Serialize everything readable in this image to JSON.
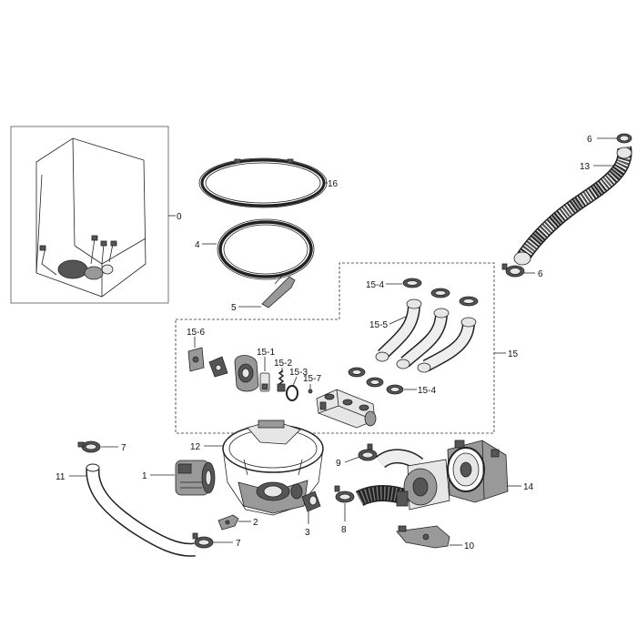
{
  "labels": {
    "l0": "0",
    "l1": "1",
    "l2": "2",
    "l3": "3",
    "l4": "4",
    "l5": "5",
    "l6a": "6",
    "l6b": "6",
    "l7a": "7",
    "l7b": "7",
    "l8": "8",
    "l9": "9",
    "l10": "10",
    "l11": "11",
    "l12": "12",
    "l13": "13",
    "l14": "14",
    "l15": "15",
    "l15_1": "15-1",
    "l15_2": "15-2",
    "l15_3": "15-3",
    "l15_4a": "15-4",
    "l15_4b": "15-4",
    "l15_5": "15-5",
    "l15_6": "15-6",
    "l15_7": "15-7",
    "l16": "16"
  }
}
